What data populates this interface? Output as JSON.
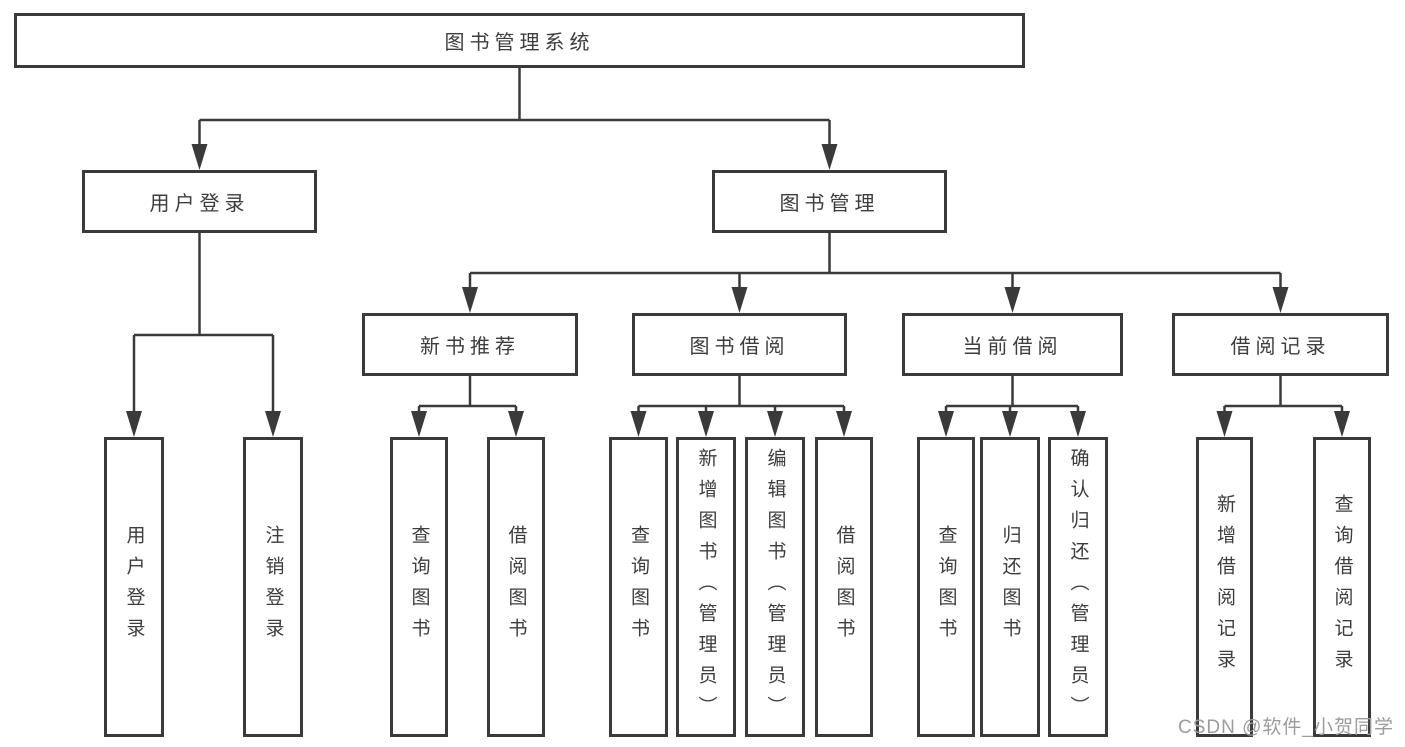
{
  "diagram": {
    "title": "图书管理系统",
    "nodes": {
      "root": {
        "label": "图书管理系统"
      },
      "user_login": {
        "label": "用户登录"
      },
      "book_mgmt": {
        "label": "图书管理"
      },
      "new_book_rec": {
        "label": "新书推荐"
      },
      "book_borrow": {
        "label": "图书借阅"
      },
      "current_borrow": {
        "label": "当前借阅"
      },
      "borrow_record": {
        "label": "借阅记录"
      },
      "leaf_user_login": {
        "label": "用户登录"
      },
      "leaf_logout": {
        "label": "注销登录"
      },
      "leaf_query_books_1": {
        "label": "查询图书"
      },
      "leaf_borrow_books_1": {
        "label": "借阅图书"
      },
      "leaf_query_books_2": {
        "label": "查询图书"
      },
      "leaf_add_books": {
        "label": "新增图书（管理员）"
      },
      "leaf_edit_books": {
        "label": "编辑图书（管理员）"
      },
      "leaf_borrow_books_2": {
        "label": "借阅图书"
      },
      "leaf_query_books_3": {
        "label": "查询图书"
      },
      "leaf_return_books": {
        "label": "归还图书"
      },
      "leaf_confirm_return": {
        "label": "确认归还（管理员）"
      },
      "leaf_add_record": {
        "label": "新增借阅记录"
      },
      "leaf_query_record": {
        "label": "查询借阅记录"
      }
    },
    "colors": {
      "line": "#3a3a3a",
      "box_border": "#3a3a3a",
      "text": "#3d3d3d",
      "background": "#ffffff",
      "watermark_text": "#9c9c9c"
    }
  },
  "watermark": "CSDN @软件_小贺同学"
}
